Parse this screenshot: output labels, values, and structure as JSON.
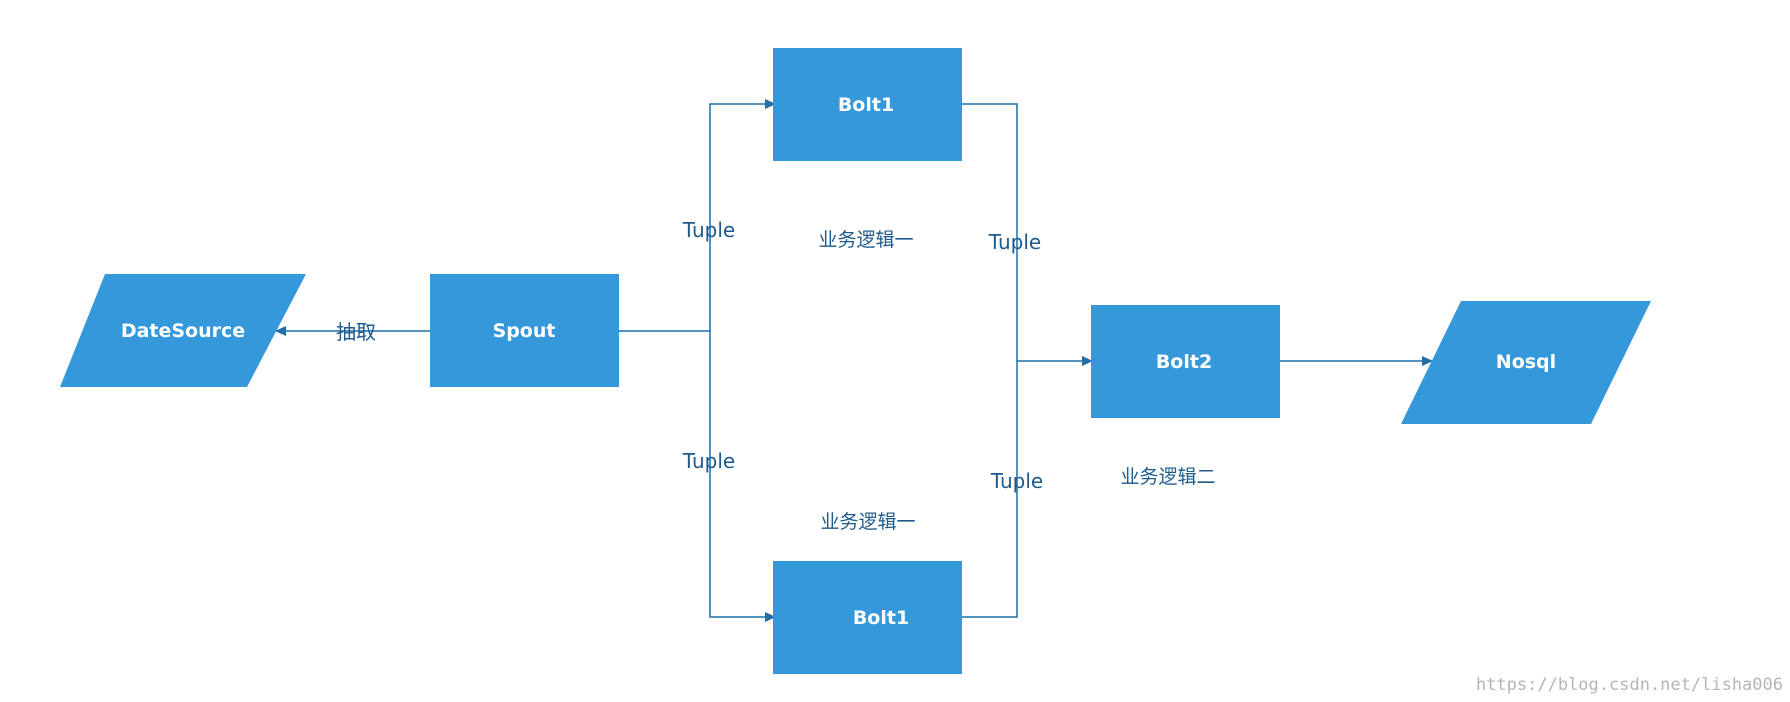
{
  "colors": {
    "node_fill": "#3598db",
    "connector": "#1f6fa8",
    "label": "#1f5a8c",
    "watermark": "#b5b5b5"
  },
  "nodes": {
    "datasource": "DateSource",
    "spout": "Spout",
    "bolt1_top": "Bolt1",
    "bolt1_bottom": "Bolt1",
    "bolt2": "Bolt2",
    "nosql": "Nosql"
  },
  "edge_labels": {
    "extract": "抽取",
    "tuple_upper_left": "Tuple",
    "tuple_lower_left": "Tuple",
    "tuple_upper_right": "Tuple",
    "tuple_lower_right": "Tuple"
  },
  "captions": {
    "logic_one_top": "业务逻辑一",
    "logic_one_bottom": "业务逻辑一",
    "logic_two": "业务逻辑二"
  },
  "watermark": "https://blog.csdn.net/lisha006"
}
